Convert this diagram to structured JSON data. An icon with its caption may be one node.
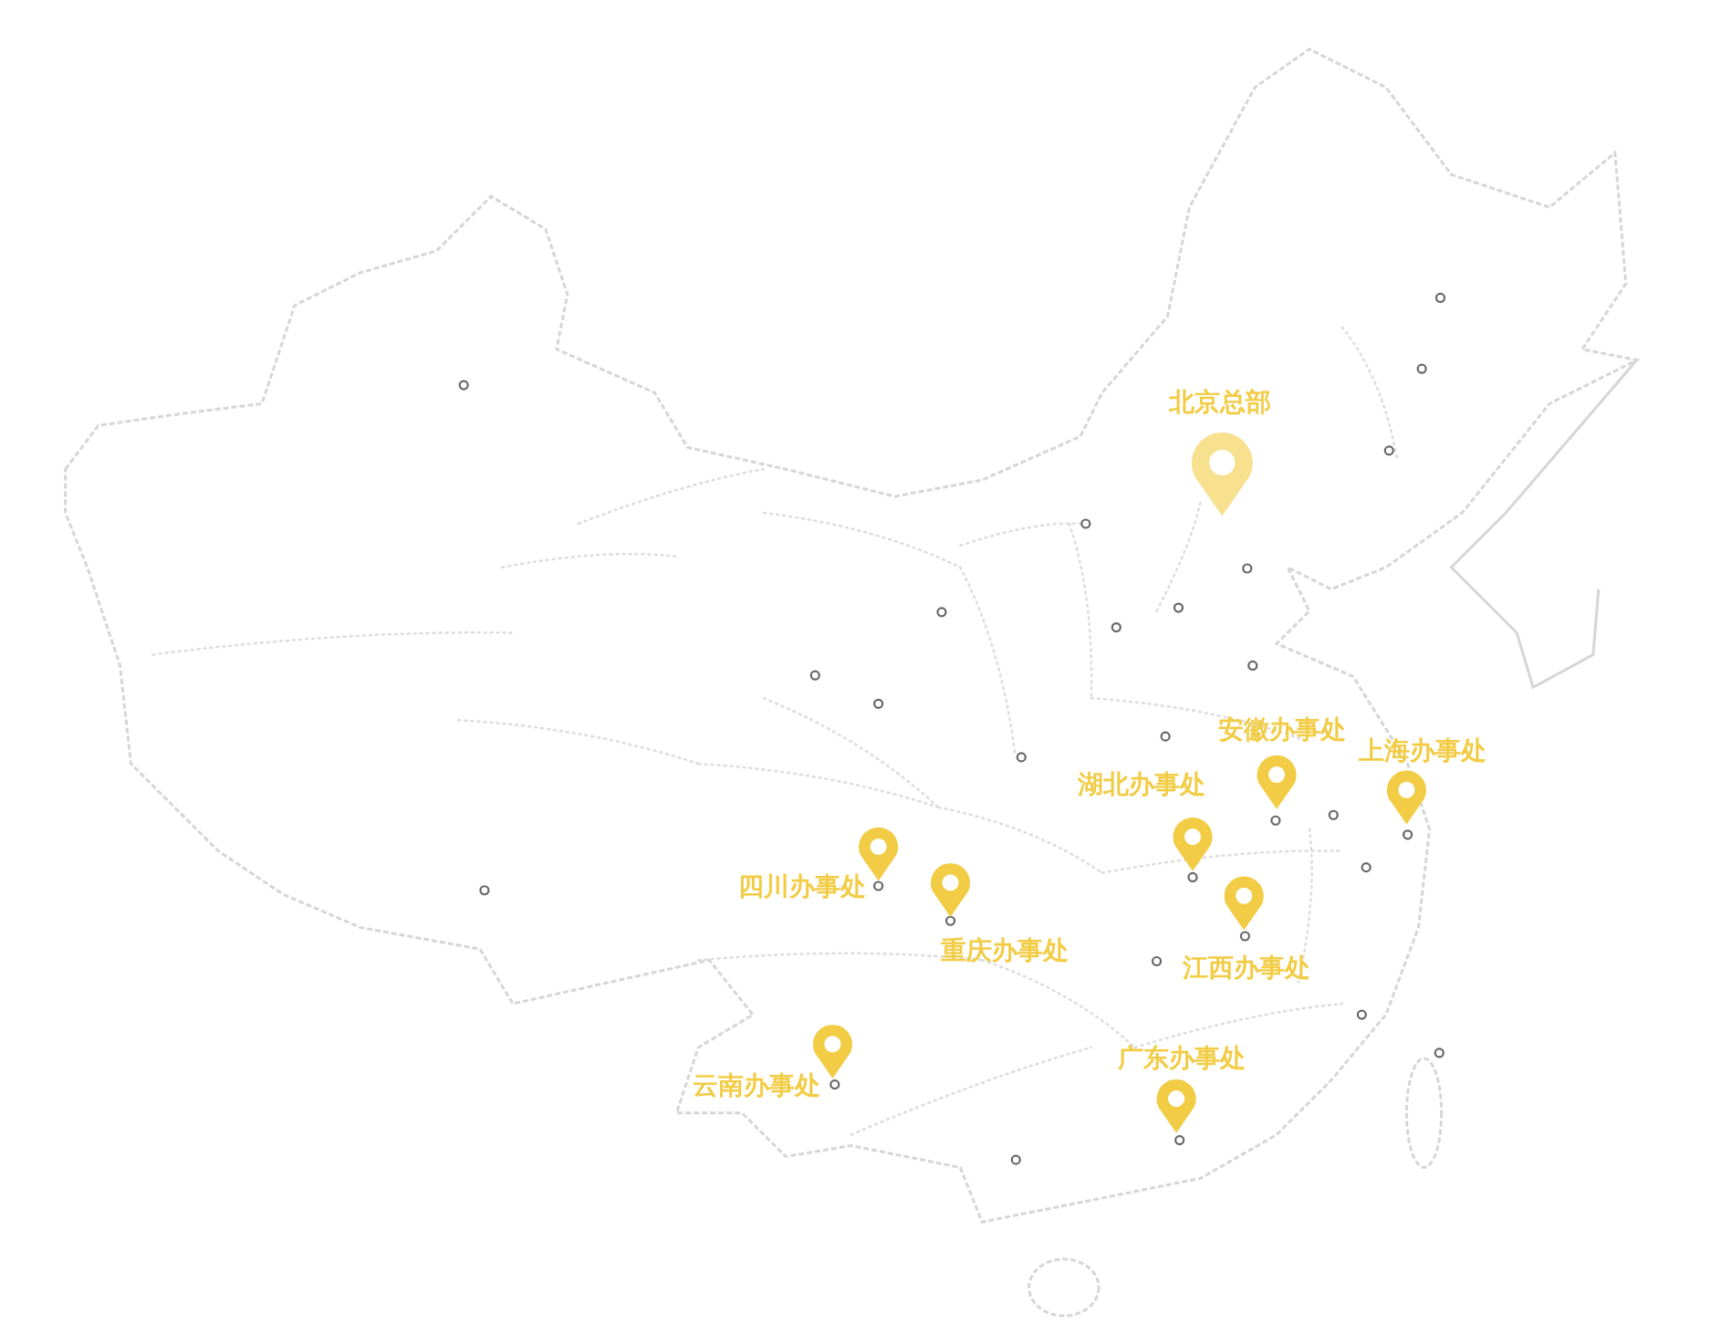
{
  "diagram": {
    "labels": [
      "北京总部",
      "安徽办事处",
      "上海办事处",
      "湖北办事处",
      "四川办事处",
      "重庆办事处",
      "江西办事处",
      "广东办事处",
      "云南办事处"
    ]
  }
}
